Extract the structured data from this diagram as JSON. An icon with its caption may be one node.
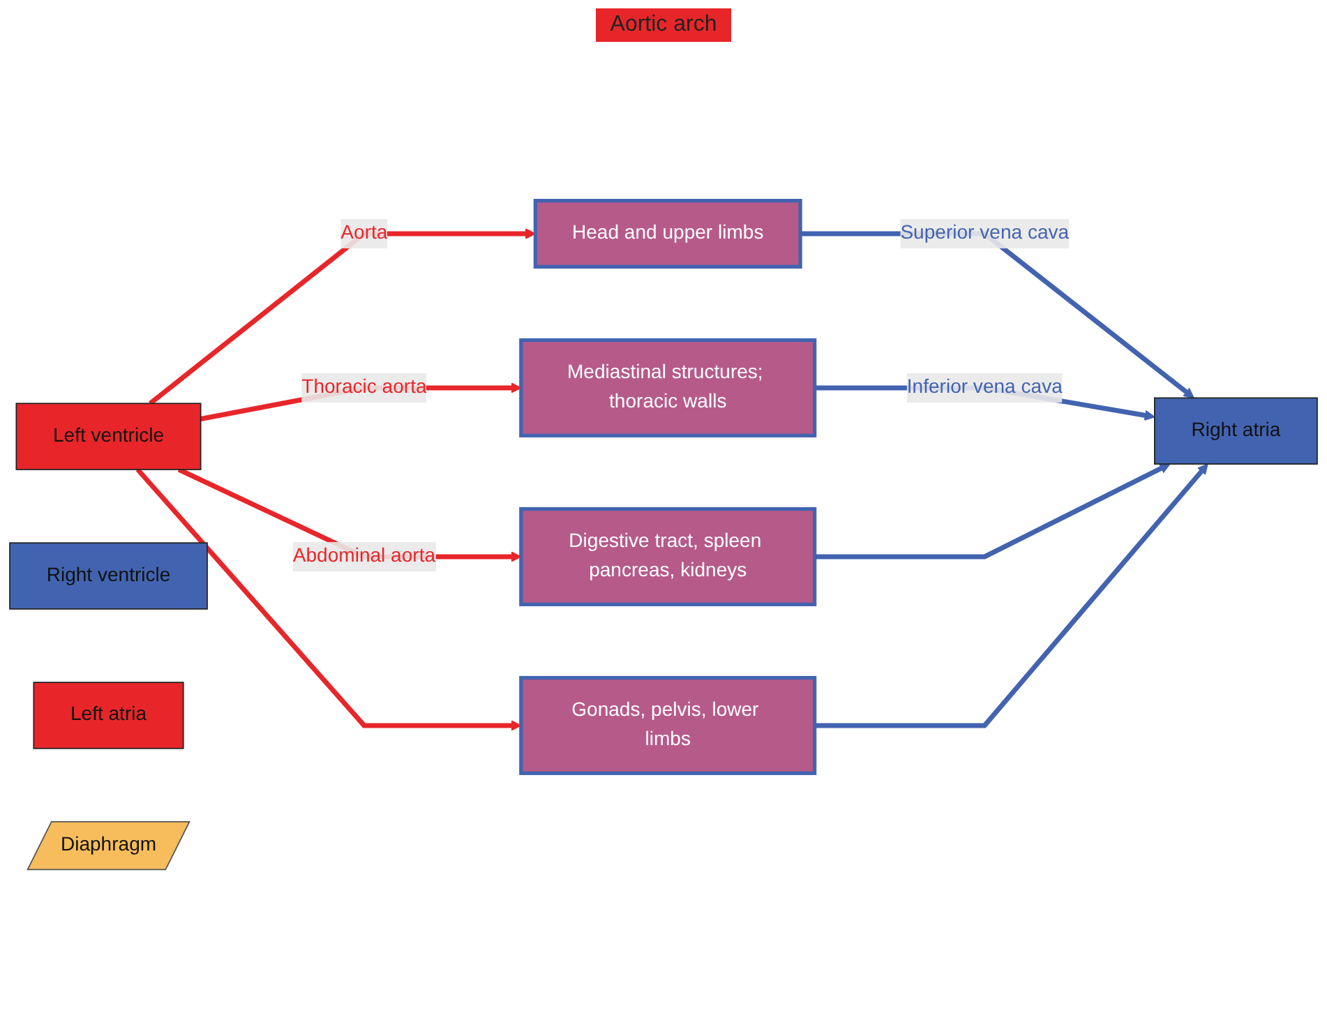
{
  "diagram": {
    "nodes": [
      {
        "text": [
          "Head and upper limbs"
        ]
      },
      {
        "text": [
          "Right atria"
        ]
      },
      {
        "text": [
          "Left atria"
        ]
      },
      {
        "text": [
          "Right ventricle"
        ]
      },
      {
        "text": [
          "Left ventricle"
        ]
      },
      {
        "text": [
          "Mediastinal structures; thoracic walls"
        ]
      },
      {
        "text": [
          "Diaphragm"
        ]
      },
      {
        "text": [
          "Digestive tract, spleen pancreas, kidneys"
        ]
      },
      {
        "text": [
          "Gonads, pelvis, lower limbs"
        ]
      }
    ],
    "edges": [
      {
        "from": 4,
        "to": 0,
        "arrow": "to",
        "label": "Aorta",
        "color": "#e8262a"
      },
      {
        "from": 4,
        "to": 5,
        "arrow": "to",
        "label": "Thoracic aorta",
        "color": "#e8262a"
      },
      {
        "from": 4,
        "to": 7,
        "arrow": "to",
        "label": "Abdominal aorta",
        "color": "#e8262a"
      },
      {
        "from": 4,
        "to": 8,
        "arrow": "to",
        "color": "#e8262a"
      },
      {
        "from": 0,
        "to": 1,
        "arrow": "to",
        "label": "Superior vena cava",
        "color": "#4263b0"
      },
      {
        "from": 5,
        "to": 1,
        "arrow": "to",
        "label": "Inferior vena cava",
        "color": "#4263b0"
      },
      {
        "from": 7,
        "to": 1,
        "arrow": "to",
        "color": "#4263b0"
      },
      {
        "from": 8,
        "to": 1,
        "arrow": "to",
        "color": "#4263b0"
      }
    ],
    "labels": [
      "Aortic arch"
    ]
  }
}
